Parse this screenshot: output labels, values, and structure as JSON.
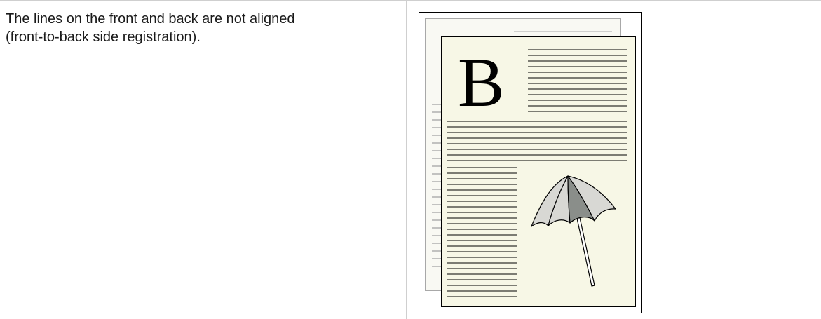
{
  "content": {
    "description_line1": "The lines on the front and back are not aligned",
    "description_line2": "(front-to-back side registration)."
  },
  "illustration": {
    "drop_cap_letter": "B",
    "icon": "umbrella-icon",
    "colors": {
      "paper": "#f7f7e6",
      "frame": "#000000",
      "back_sheet_border": "#a8a8a8",
      "umbrella_light": "#d8d8d4",
      "umbrella_dark": "#8a8e8a"
    }
  }
}
